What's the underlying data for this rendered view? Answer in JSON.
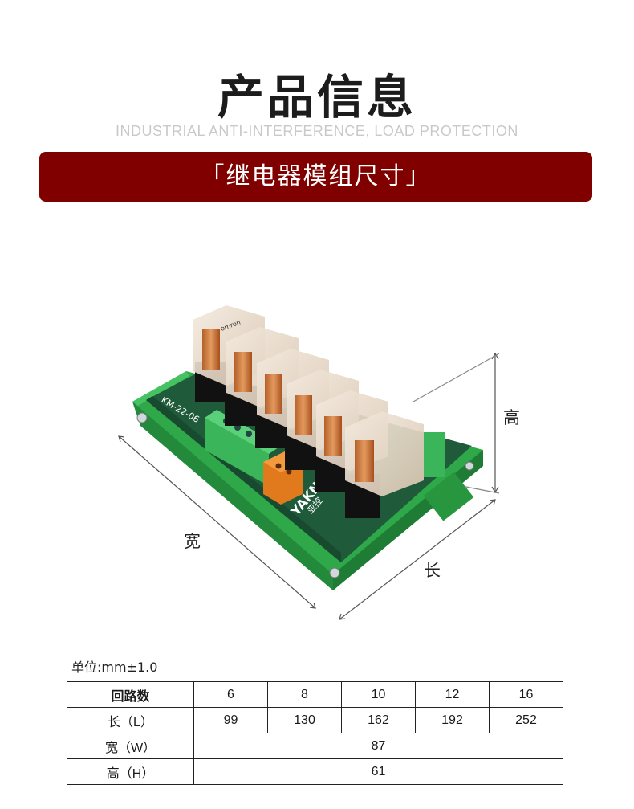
{
  "header": {
    "title": "产品信息",
    "subtitle": "INDUSTRIAL ANTI-INTERFERENCE, LOAD PROTECTION",
    "banner": "「继电器模组尺寸」"
  },
  "product_image": {
    "board_label": "YAKN",
    "board_label_cn": "亚控",
    "model_label": "KM-22-06",
    "relay_brand": "omron"
  },
  "dimensions": {
    "height_label": "高",
    "width_label": "宽",
    "length_label": "长"
  },
  "spec": {
    "unit_note": "单位:mm±1.0",
    "rows": {
      "circuits": {
        "label": "回路数",
        "values": [
          "6",
          "8",
          "10",
          "12",
          "16"
        ]
      },
      "length": {
        "label": "长（L）",
        "values": [
          "99",
          "130",
          "162",
          "192",
          "252"
        ]
      },
      "width": {
        "label": "宽（W）",
        "value": "87"
      },
      "height": {
        "label": "高（H）",
        "value": "61"
      }
    }
  },
  "colors": {
    "banner": "#800000",
    "rail_green": "#2fa84a",
    "pcb_green": "#1f5a3a",
    "terminal_orange": "#e07a1c"
  }
}
